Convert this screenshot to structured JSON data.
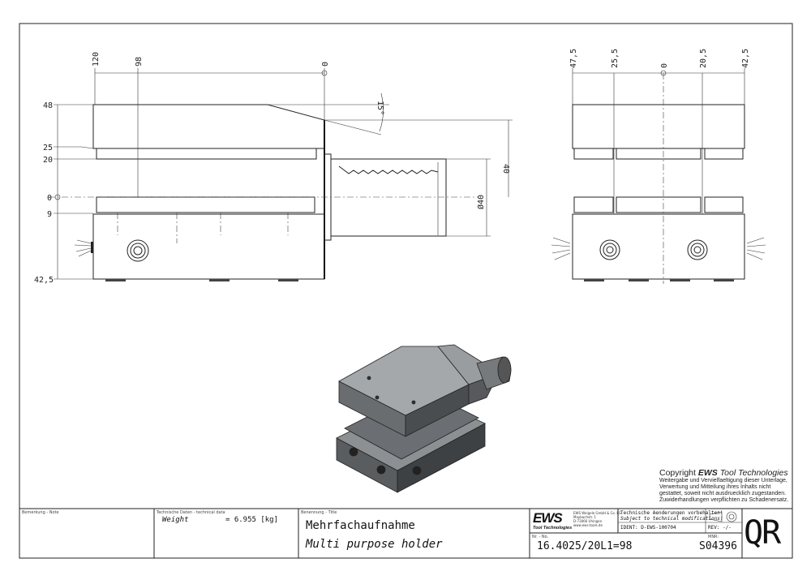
{
  "front_view": {
    "top_dims": [
      "120",
      "98",
      "0"
    ],
    "side_dims": [
      "48",
      "25",
      "20",
      "0",
      "9",
      "42,5"
    ],
    "angle": "15°",
    "height_dim": "40",
    "diameter_dim": "Ø40"
  },
  "side_view": {
    "top_dims": [
      "47,5",
      "25,5",
      "0",
      "20,5",
      "42,5"
    ]
  },
  "copyright": {
    "heading_prefix": "Copyright ",
    "heading_brand": "EWS",
    "heading_suffix": " Tool Technologies",
    "lines": [
      "Weitergabe und Vervielfaeltigung dieser Unterlage,",
      "Verwertung und Mitteilung ihres Inhalts nicht",
      "gestattet, soweit nicht ausdruecklich zugestanden.",
      "Zuwiderhandlungen verpflichten zu Schadenersatz."
    ]
  },
  "title_block": {
    "note_label": "Bemerkung - Note",
    "tech_label": "Technische Daten - technical data",
    "weight_label": "Weight",
    "weight_value": "=  6.955 [kg]",
    "title_label": "Benennung - Title",
    "title_de": "Mehrfachaufnahme",
    "title_en": "Multi purpose holder",
    "logo": "EWS",
    "logo_sub": "Tool Technologies",
    "company_lines": [
      "EWS Weigele GmbH & Co. KG",
      "Maybachstr. 1",
      "D-73066 Uhingen",
      "www.ews-tools.de"
    ],
    "notice_de": "Technische Aenderungen vorbehalten!",
    "notice_en": "Subject to technical modifications!",
    "ident": "IDENT:  D-EWS-100704",
    "rev": "REV:  -/-",
    "number_label": "Nr. - No.",
    "number": "16.4025/20L1=98",
    "mnr_label": "MNR:",
    "mnr": "S04396",
    "qr": "QR"
  }
}
